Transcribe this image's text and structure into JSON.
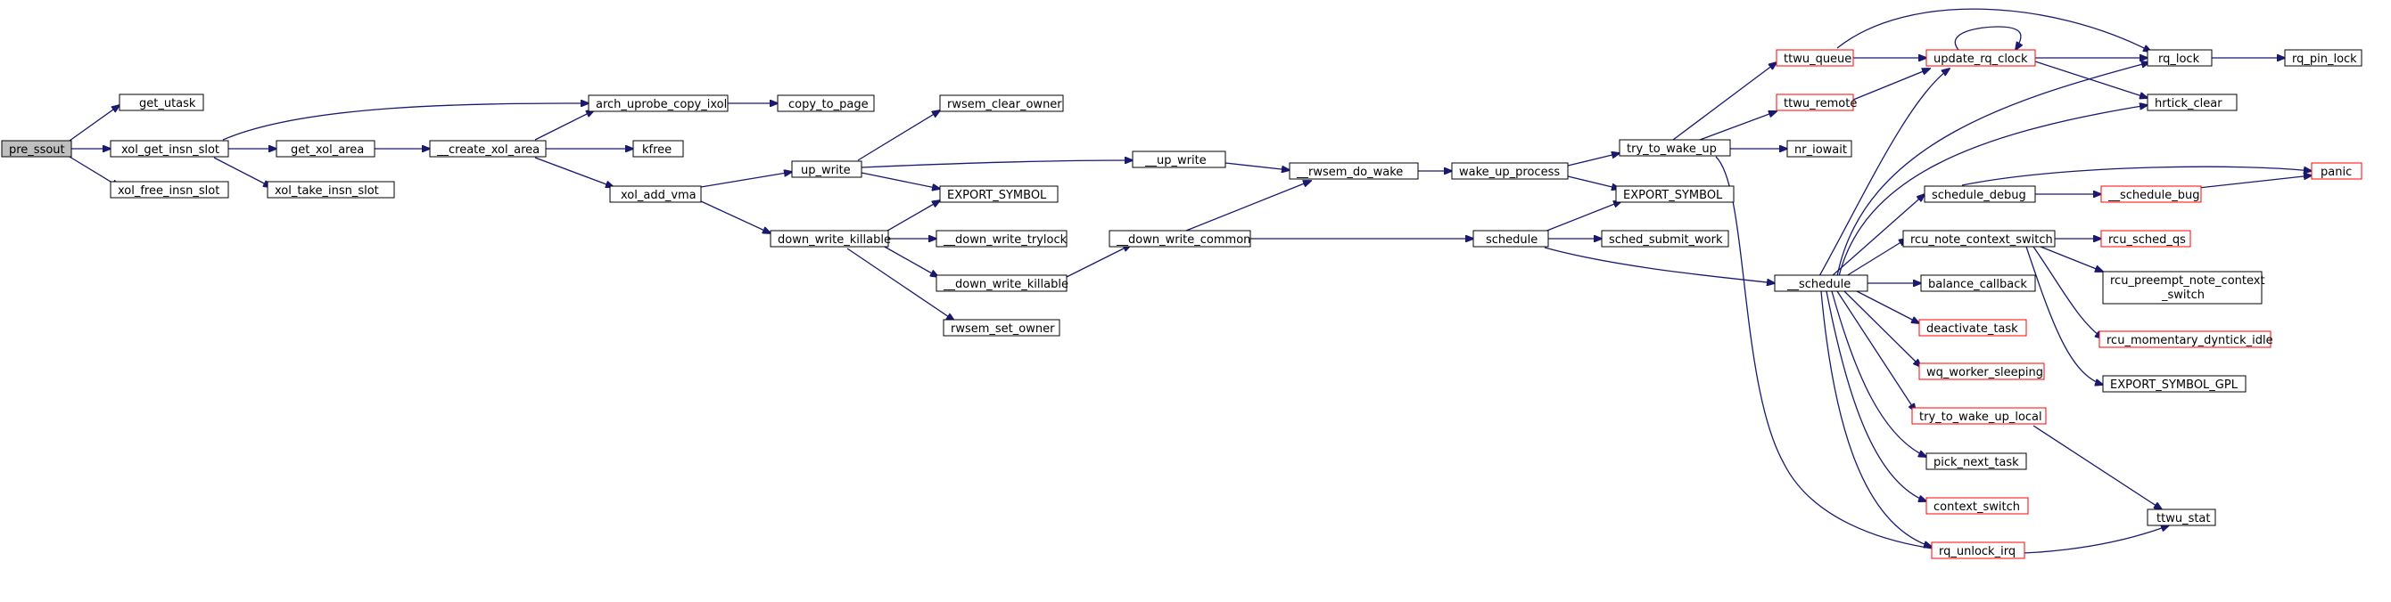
{
  "nodes": {
    "pre_ssout": "pre_ssout",
    "get_utask": "get_utask",
    "xol_get_insn_slot": "xol_get_insn_slot",
    "xol_free_insn_slot": "xol_free_insn_slot",
    "get_xol_area": "get_xol_area",
    "xol_take_insn_slot": "xol_take_insn_slot",
    "__create_xol_area": "__create_xol_area",
    "arch_uprobe_copy_ixol": "arch_uprobe_copy_ixol",
    "copy_to_page": "copy_to_page",
    "kfree": "kfree",
    "xol_add_vma": "xol_add_vma",
    "up_write": "up_write",
    "down_write_killable": "down_write_killable",
    "rwsem_clear_owner": "rwsem_clear_owner",
    "EXPORT_SYMBOL_1": "EXPORT_SYMBOL",
    "__down_write_trylock": "__down_write_trylock",
    "__down_write_killable": "__down_write_killable",
    "rwsem_set_owner": "rwsem_set_owner",
    "__up_write": "__up_write",
    "__down_write_common": "__down_write_common",
    "__rwsem_do_wake": "__rwsem_do_wake",
    "wake_up_process": "wake_up_process",
    "schedule": "schedule",
    "try_to_wake_up": "try_to_wake_up",
    "EXPORT_SYMBOL_2": "EXPORT_SYMBOL",
    "sched_submit_work": "sched_submit_work",
    "__schedule": "__schedule",
    "ttwu_queue": "ttwu_queue",
    "ttwu_remote": "ttwu_remote",
    "nr_iowait": "nr_iowait",
    "update_rq_clock": "update_rq_clock",
    "rq_lock": "rq_lock",
    "rq_pin_lock": "rq_pin_lock",
    "hrtick_clear": "hrtick_clear",
    "schedule_debug": "schedule_debug",
    "__schedule_bug": "__schedule_bug",
    "panic": "panic",
    "rcu_note_context_switch": "rcu_note_context_switch",
    "rcu_sched_qs": "rcu_sched_qs",
    "rcu_preempt_note_context_switch_1": "rcu_preempt_note_context",
    "rcu_preempt_note_context_switch_2": "_switch",
    "rcu_momentary_dyntick_idle": "rcu_momentary_dyntick_idle",
    "EXPORT_SYMBOL_GPL": "EXPORT_SYMBOL_GPL",
    "balance_callback": "balance_callback",
    "deactivate_task": "deactivate_task",
    "wq_worker_sleeping": "wq_worker_sleeping",
    "try_to_wake_up_local": "try_to_wake_up_local",
    "pick_next_task": "pick_next_task",
    "context_switch": "context_switch",
    "rq_unlock_irq": "rq_unlock_irq",
    "ttwu_stat": "ttwu_stat"
  },
  "colors": {
    "edge": "#191970",
    "truncated_border": "#ff0000",
    "root_fill": "#bfbfbf"
  }
}
